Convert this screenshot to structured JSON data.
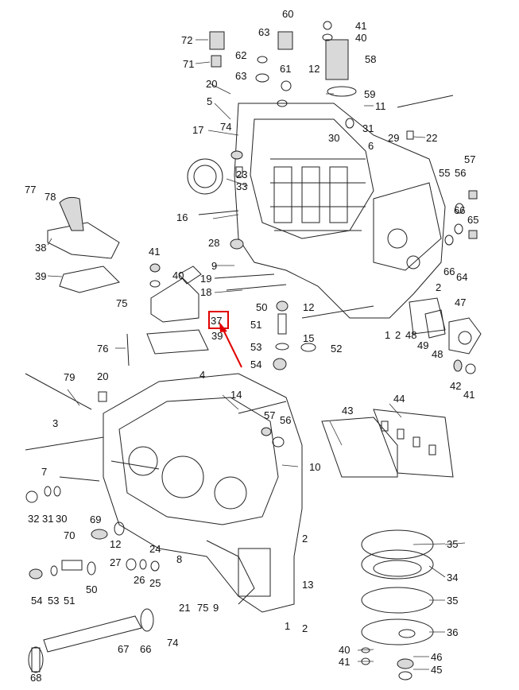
{
  "diagram": {
    "highlight": {
      "label": "37",
      "color": "#e00000"
    },
    "callouts": [
      "60",
      "41",
      "40",
      "72",
      "63",
      "58",
      "71",
      "62",
      "12",
      "61",
      "63",
      "20",
      "59",
      "5",
      "11",
      "31",
      "30",
      "74",
      "29",
      "22",
      "17",
      "57",
      "6",
      "23",
      "55",
      "56",
      "33",
      "77",
      "78",
      "66",
      "65",
      "16",
      "38",
      "28",
      "66",
      "64",
      "41",
      "40",
      "9",
      "19",
      "2",
      "18",
      "39",
      "75",
      "50",
      "47",
      "12",
      "51",
      "1",
      "2",
      "48",
      "49",
      "48",
      "76",
      "39",
      "53",
      "15",
      "52",
      "54",
      "42",
      "41",
      "79",
      "20",
      "4",
      "3",
      "14",
      "44",
      "57",
      "56",
      "43",
      "7",
      "10",
      "32",
      "31",
      "30",
      "69",
      "70",
      "12",
      "2",
      "35",
      "24",
      "27",
      "26",
      "25",
      "8",
      "34",
      "35",
      "54",
      "53",
      "51",
      "50",
      "74",
      "21",
      "75",
      "9",
      "13",
      "2",
      "36",
      "1",
      "40",
      "46",
      "68",
      "67",
      "66",
      "41",
      "45"
    ]
  }
}
